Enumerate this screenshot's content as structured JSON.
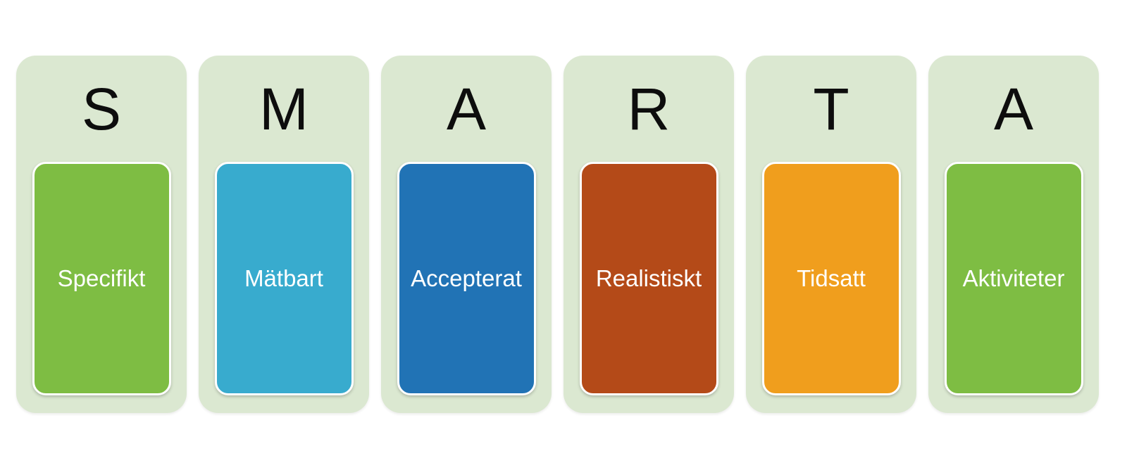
{
  "diagram": {
    "acronym": "SMARTA",
    "type": "smart-goals-columns"
  },
  "columns": [
    {
      "letter": "S",
      "label": "Specifikt",
      "card_color": "#7ebd43"
    },
    {
      "letter": "M",
      "label": "Mätbart",
      "card_color": "#38abce"
    },
    {
      "letter": "A",
      "label": "Accepterat",
      "card_color": "#2173b5"
    },
    {
      "letter": "R",
      "label": "Realistiskt",
      "card_color": "#b44a18"
    },
    {
      "letter": "T",
      "label": "Tidsatt",
      "card_color": "#f09e1d"
    },
    {
      "letter": "A",
      "label": "Aktiviteter",
      "card_color": "#7ebd43"
    }
  ],
  "colors": {
    "page_background": "#ffffff",
    "column_background": "#dbe8d1",
    "letter_color": "#0d0d0d",
    "label_color": "#ffffff",
    "card_border": "#ffffff"
  }
}
